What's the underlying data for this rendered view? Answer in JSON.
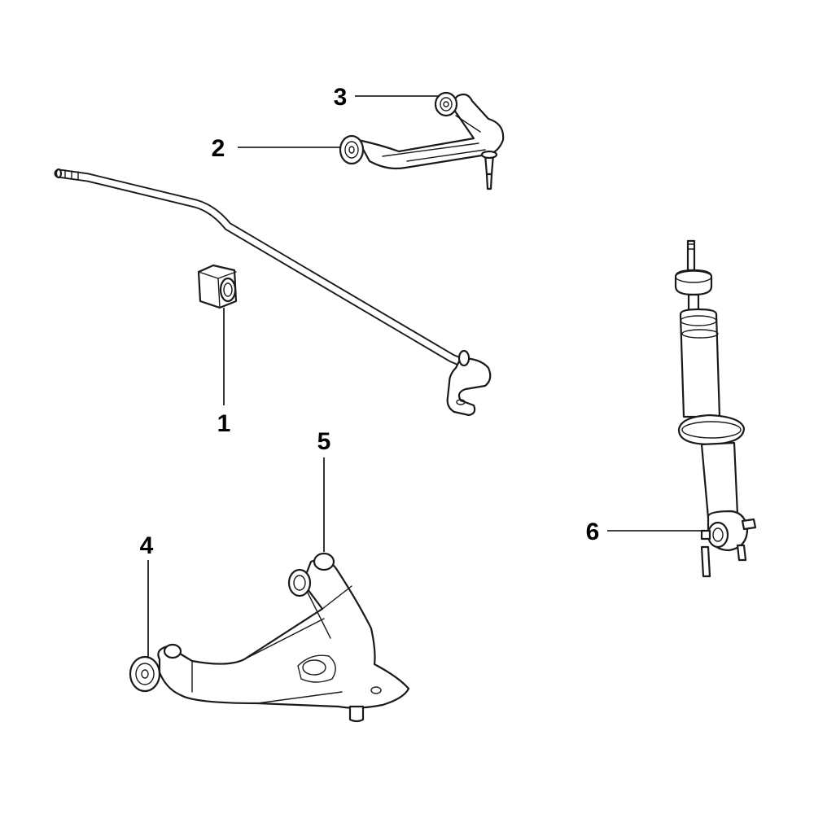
{
  "callouts": [
    {
      "id": "1",
      "label": "1"
    },
    {
      "id": "2",
      "label": "2"
    },
    {
      "id": "3",
      "label": "3"
    },
    {
      "id": "4",
      "label": "4"
    },
    {
      "id": "5",
      "label": "5"
    },
    {
      "id": "6",
      "label": "6"
    }
  ],
  "colors": {
    "ink": "#1a1a1a",
    "background": "#ffffff"
  }
}
